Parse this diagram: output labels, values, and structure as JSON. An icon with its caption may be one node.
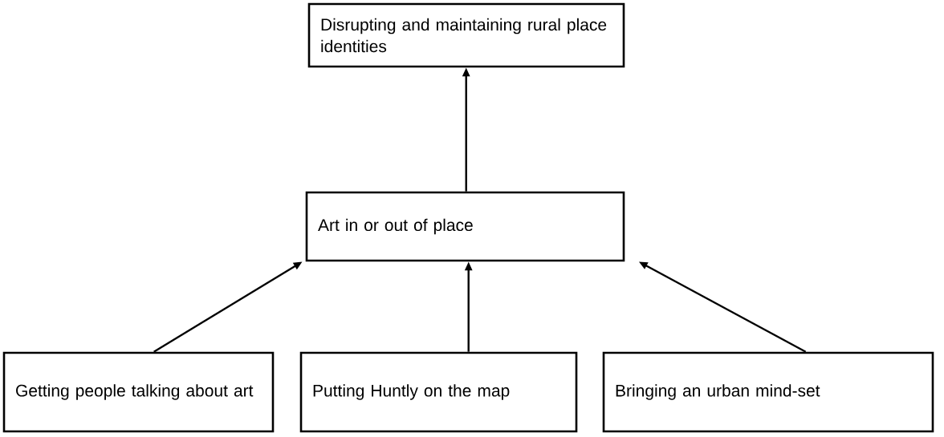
{
  "diagram": {
    "nodes": [
      {
        "text": [
          "Disrupting and maintaining rural place identities"
        ]
      },
      {
        "text": [
          "Art in or out of place"
        ]
      },
      {
        "text": [
          "Getting people talking about art"
        ]
      },
      {
        "text": [
          "Putting Huntly on the map"
        ]
      },
      {
        "text": [
          "Bringing an urban mind-set"
        ]
      }
    ],
    "edges": [
      {
        "from": 1,
        "to": 0,
        "arrow": "to"
      },
      {
        "from": 2,
        "to": 1,
        "arrow": "to"
      },
      {
        "from": 3,
        "to": 1,
        "arrow": "to"
      },
      {
        "from": 4,
        "to": 1,
        "arrow": "to"
      }
    ]
  }
}
